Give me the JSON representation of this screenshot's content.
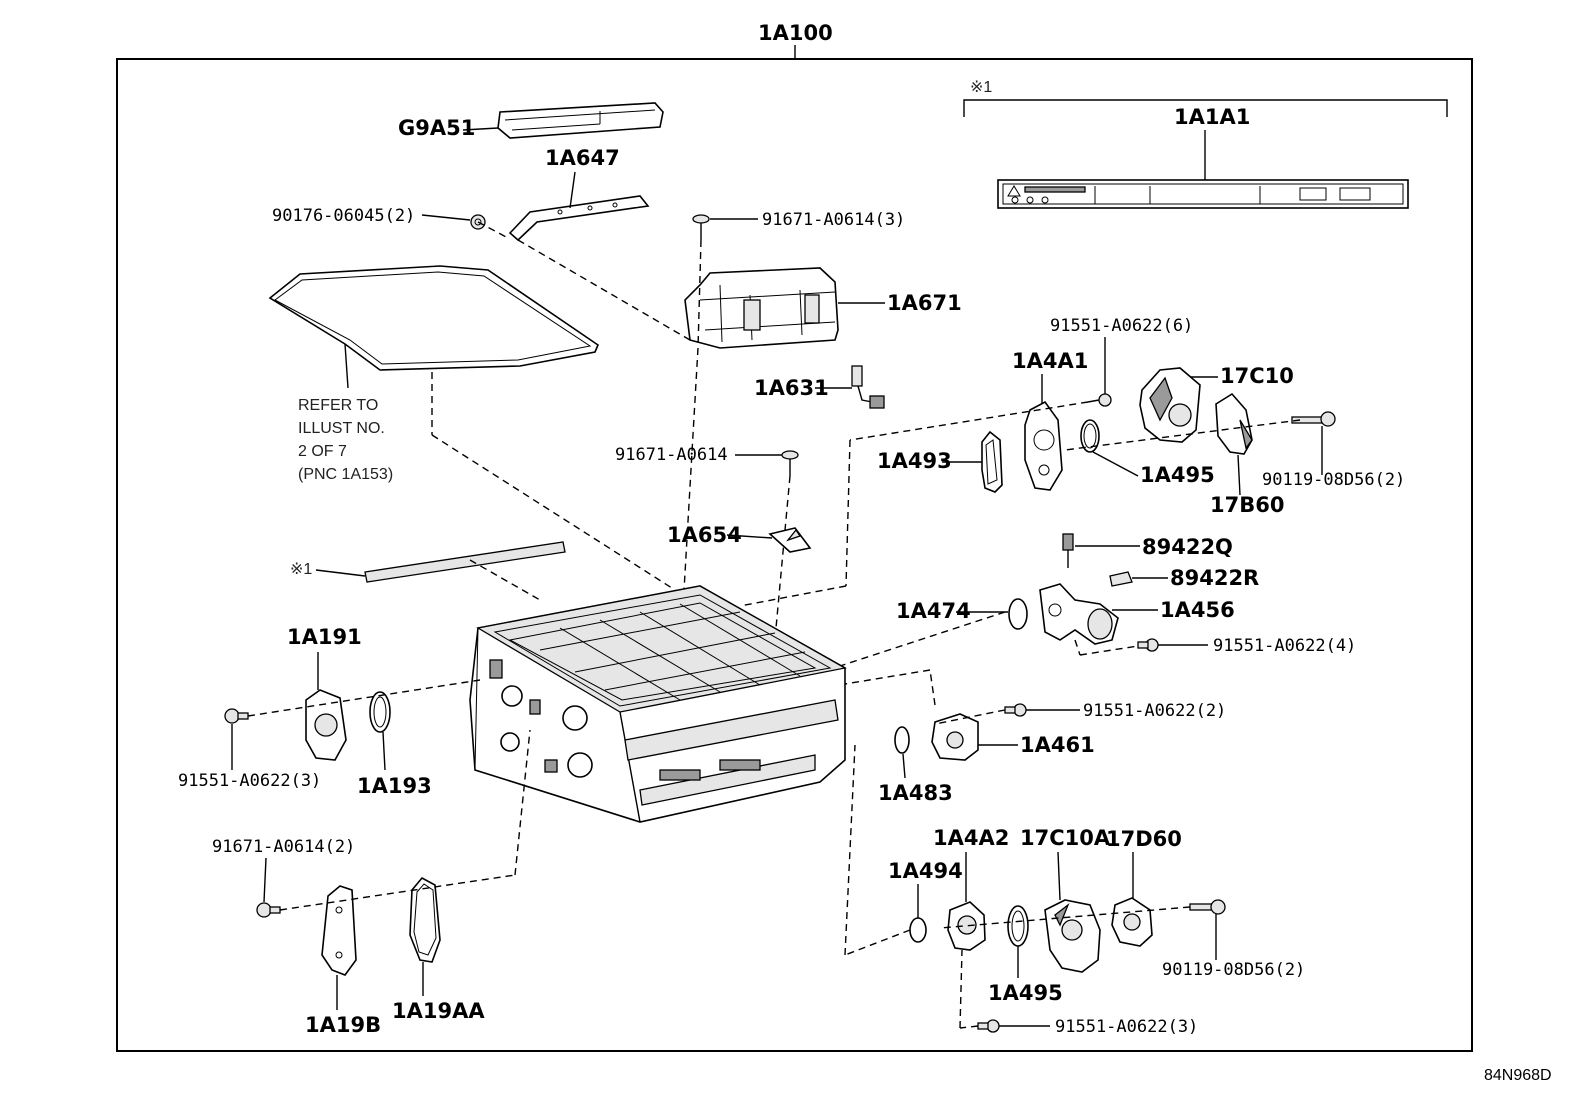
{
  "diagram": {
    "assembly_label": "1A100",
    "illustration_id": "84N968D",
    "footnote_mark": "※1",
    "refer_note": [
      "REFER TO",
      "ILLUST NO.",
      "2 OF 7",
      "(PNC 1A153)"
    ],
    "labels": {
      "g9a51": "G9A51",
      "p1a647": "1A647",
      "bolt_90176": "90176-06045(2)",
      "screw_91671_3": "91671-A0614(3)",
      "p1a671": "1A671",
      "p1a1a1": "1A1A1",
      "bolt_91551_6": "91551-A0622(6)",
      "p1a4a1": "1A4A1",
      "p17c10": "17C10",
      "p1a631": "1A631",
      "p1a493": "1A493",
      "p1a495_top": "1A495",
      "bolt_90119_top": "90119-08D56(2)",
      "p17b60": "17B60",
      "screw_91671_1": "91671-A0614",
      "p1a654": "1A654",
      "p89422q": "89422Q",
      "p89422r": "89422R",
      "p1a474": "1A474",
      "p1a456": "1A456",
      "bolt_91551_4": "91551-A0622(4)",
      "p1a191": "1A191",
      "bolt_91551_2": "91551-A0622(2)",
      "p1a461": "1A461",
      "bolt_91551_3_left": "91551-A0622(3)",
      "p1a193": "1A193",
      "p1a483": "1A483",
      "screw_91671_2": "91671-A0614(2)",
      "p1a4a2": "1A4A2",
      "p17c10a": "17C10A",
      "p17d60": "17D60",
      "p1a494": "1A494",
      "bolt_90119_bottom": "90119-08D56(2)",
      "p1a495_bottom": "1A495",
      "bolt_91551_3_bottom": "91551-A0622(3)",
      "p1a19b": "1A19B",
      "p1a19aa": "1A19AA"
    }
  }
}
